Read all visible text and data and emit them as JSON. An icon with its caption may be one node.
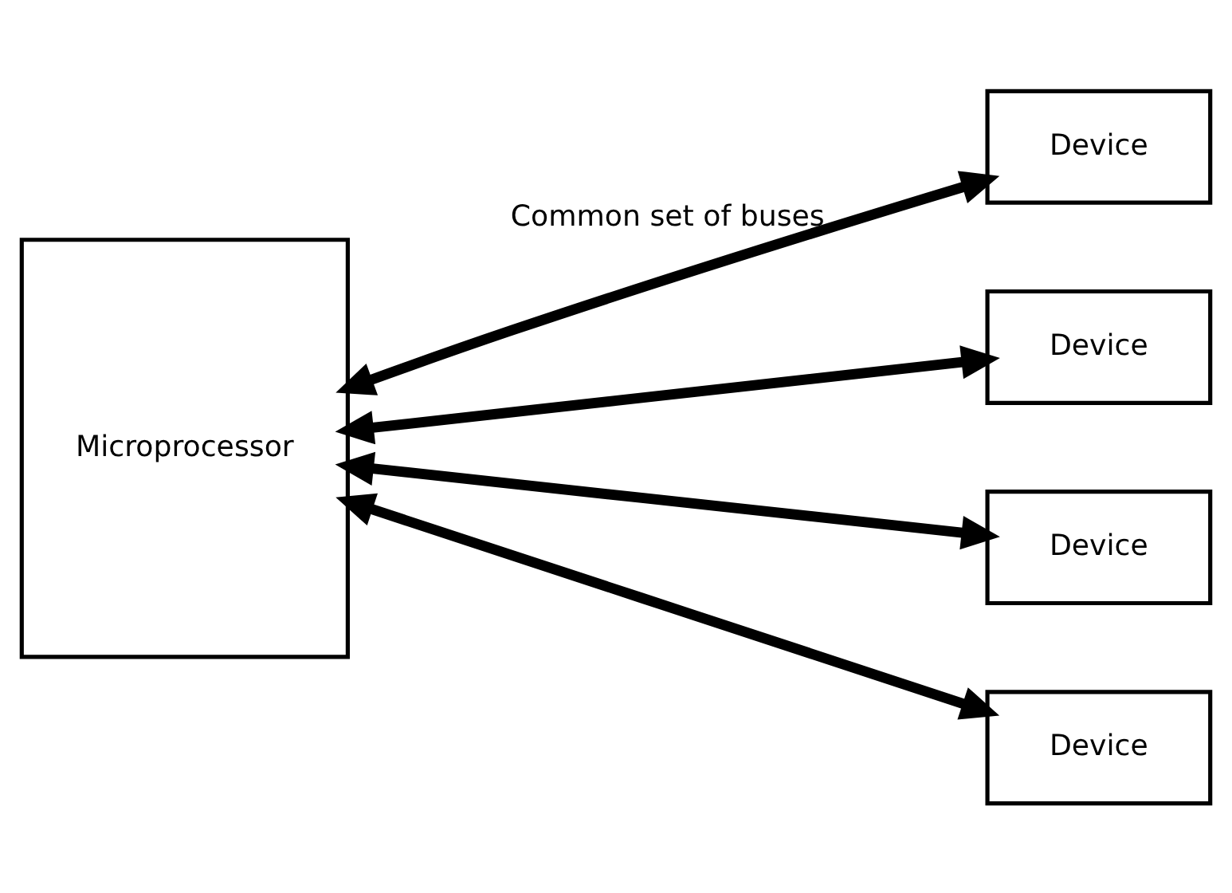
{
  "diagram": {
    "nodes": [
      {
        "text": [
          "Microprocessor"
        ]
      },
      {
        "text": [
          "Device"
        ]
      },
      {
        "text": [
          "Device"
        ]
      },
      {
        "text": [
          "Device"
        ]
      },
      {
        "text": [
          "Device"
        ]
      }
    ],
    "edges": [
      {
        "from": 0,
        "to": 1,
        "arrow": "both",
        "label": "Common set of buses"
      },
      {
        "from": 0,
        "to": 2,
        "arrow": "both"
      },
      {
        "from": 0,
        "to": 3,
        "arrow": "both"
      },
      {
        "from": 0,
        "to": 4,
        "arrow": "both"
      }
    ]
  }
}
